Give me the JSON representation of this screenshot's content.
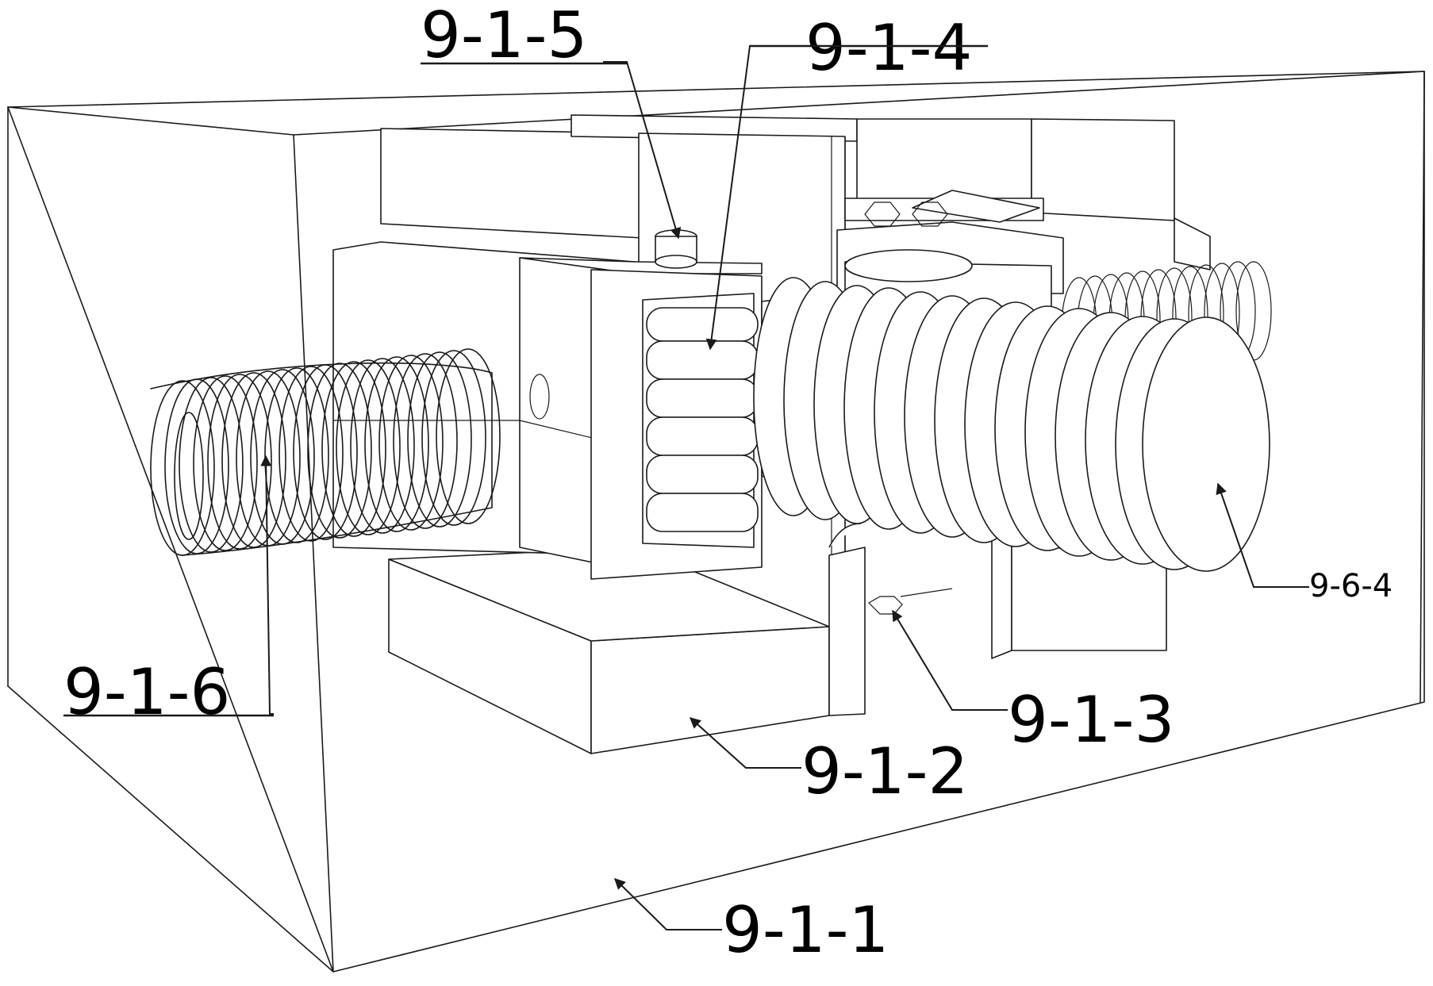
{
  "labels": {
    "part_9_1_1": "9-1-1",
    "part_9_1_2": "9-1-2",
    "part_9_1_3": "9-1-3",
    "part_9_1_4": "9-1-4",
    "part_9_1_5": "9-1-5",
    "part_9_1_6": "9-1-6",
    "part_9_6_4": "9-6-4"
  }
}
